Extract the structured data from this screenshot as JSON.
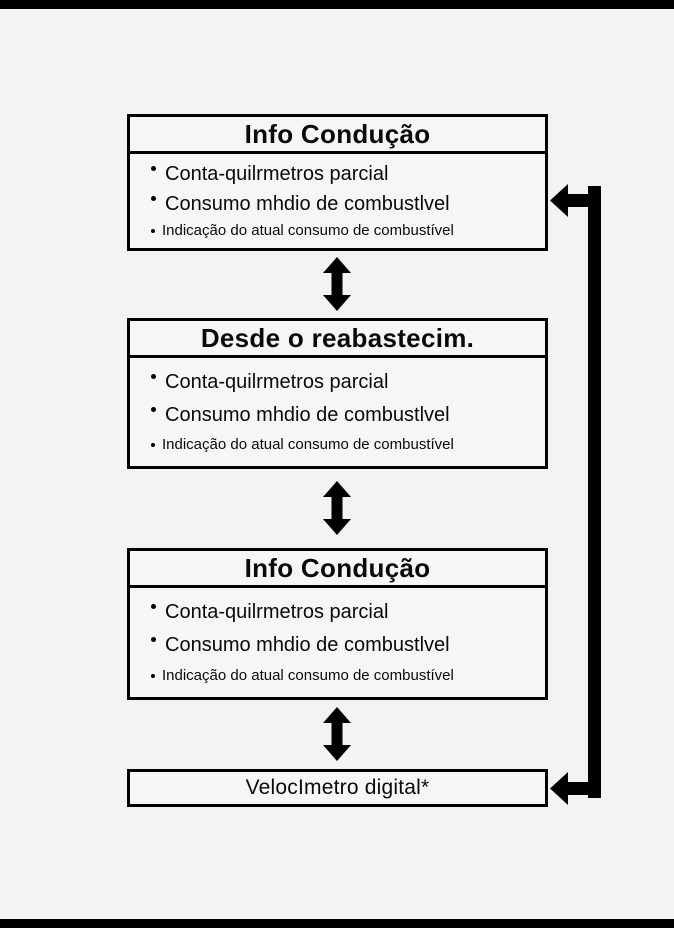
{
  "page": {
    "background": "#f2f4f1",
    "edge_bar_color": "#000000",
    "line_color": "#000000"
  },
  "boxes": [
    {
      "title": "Info Condução",
      "items": [
        "Conta-quilrmetros parcial",
        "Consumo mhdio de combustlvel",
        "Indicação do atual consumo de combustível"
      ]
    },
    {
      "title": "Desde o reabastecim.",
      "items": [
        "Conta-quilrmetros parcial",
        "Consumo mhdio de combustlvel",
        "Indicação do atual consumo de combustível"
      ]
    },
    {
      "title": "Info Condução",
      "items": [
        "Conta-quilrmetros parcial",
        "Consumo mhdio de combustlvel",
        "Indicação do atual consumo de combustível"
      ]
    }
  ],
  "footer_box": {
    "label": "VelocImetro digital*"
  },
  "icons": {
    "between_boxes": "up-down-double-arrow",
    "right_side": "loop-back-arrow"
  }
}
